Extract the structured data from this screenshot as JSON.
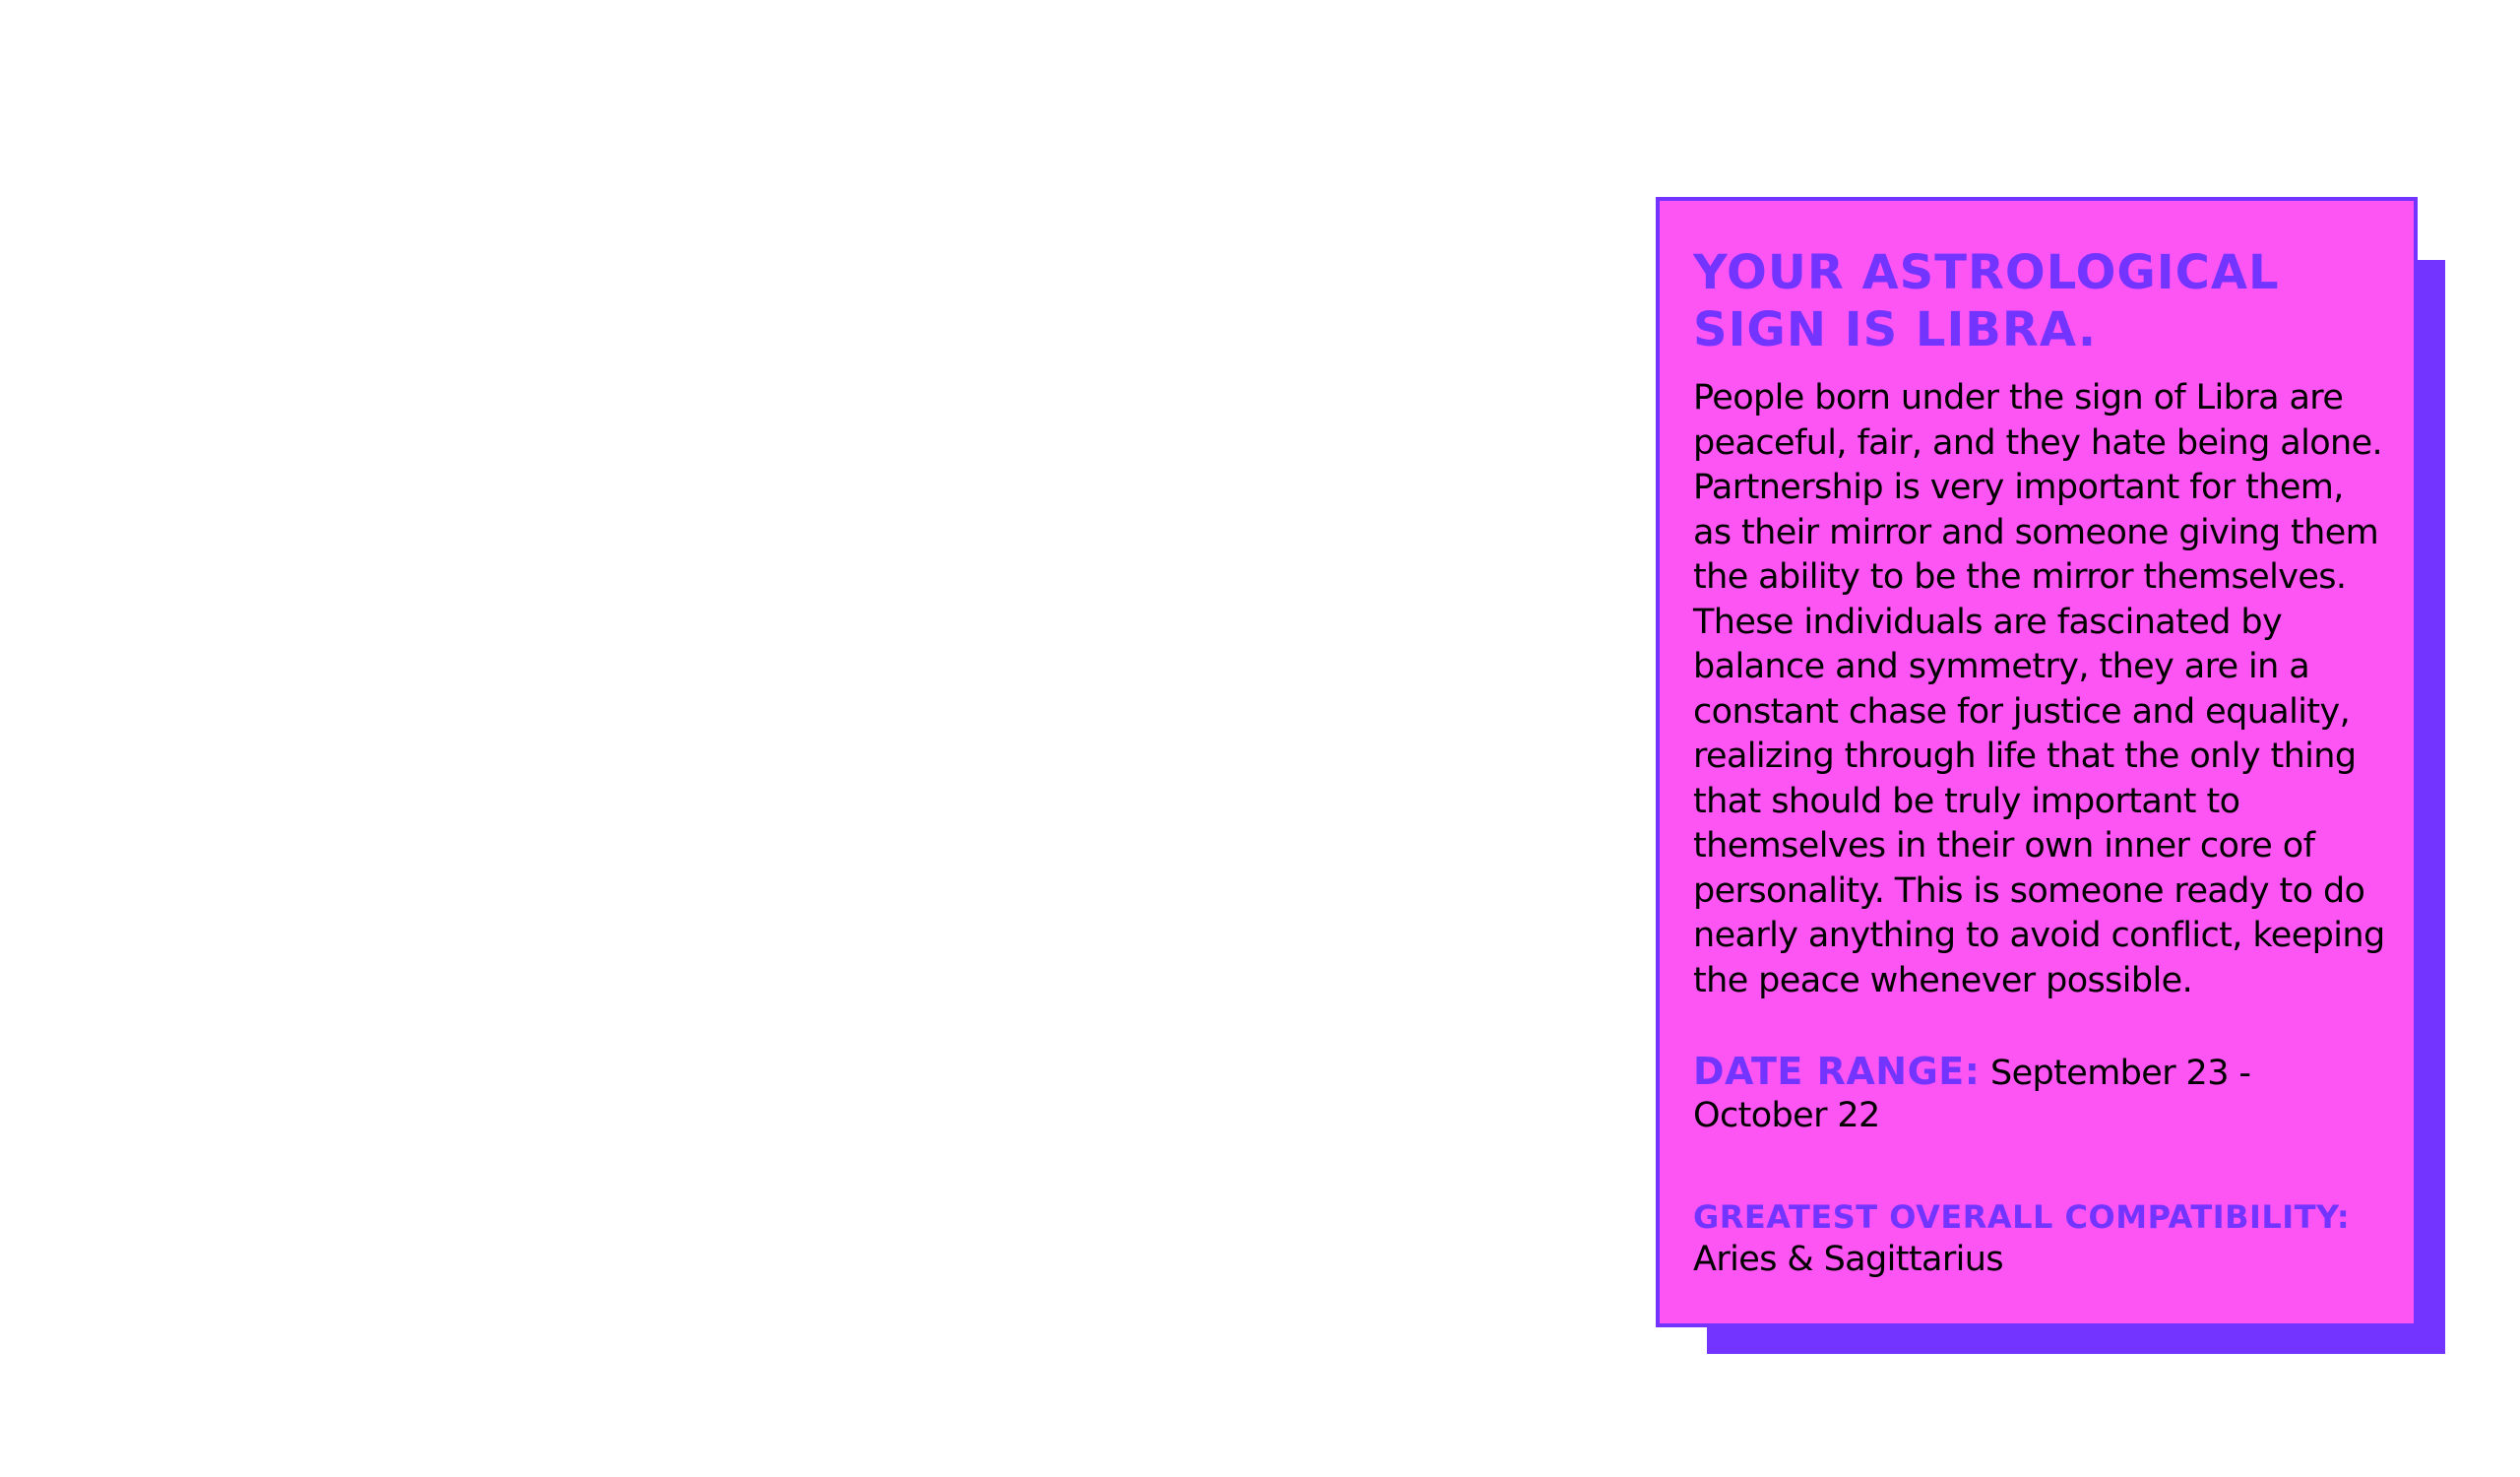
{
  "card": {
    "title": "Your astrological sign is Libra.",
    "description": "People born under the sign of Libra are peaceful, fair, and they hate being alone. Partnership is very important for them, as their mirror and someone giving them the ability to be the mirror themselves. These individuals are fascinated by balance and symmetry, they are in a constant chase for justice and equality, realizing through life that the only thing that should be truly important to themselves in their own inner core of personality. This is someone ready to do nearly anything to avoid conflict, keeping the peace whenever possible.",
    "date_range_label": "Date Range:",
    "date_range_value": "September 23 - October 22",
    "compatibility_label": "Greatest Overall Compatibility:",
    "compatibility_value": "Aries & Sagittarius"
  },
  "colors": {
    "card_background": "#fd54f4",
    "accent": "#7434ff",
    "page_background": "#ffffff",
    "text": "#000000"
  }
}
